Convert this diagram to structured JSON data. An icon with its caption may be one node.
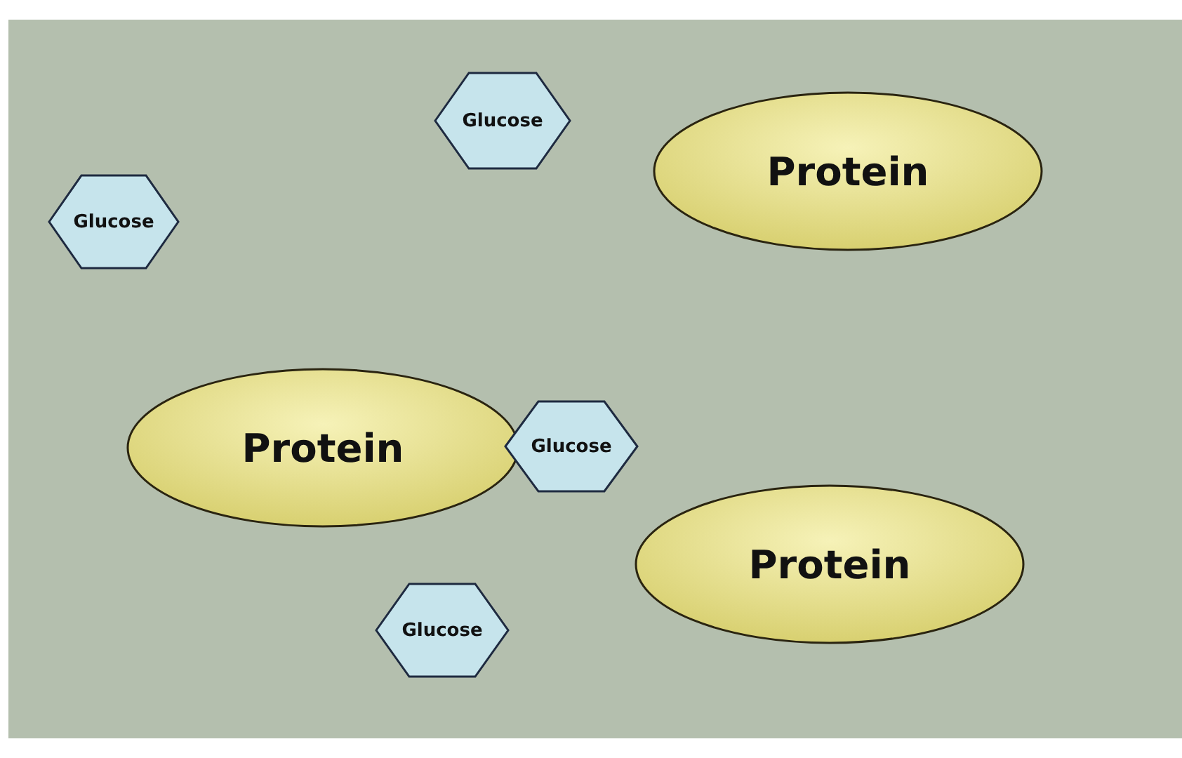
{
  "diagram": {
    "nodes": [
      {
        "text": [
          "Glucose"
        ]
      },
      {
        "text": [
          "Protein"
        ]
      },
      {
        "text": [
          "Glucose"
        ]
      },
      {
        "text": [
          "Protein"
        ]
      },
      {
        "text": [
          "Glucose"
        ]
      },
      {
        "text": [
          "Protein"
        ]
      },
      {
        "text": [
          "Glucose"
        ]
      }
    ]
  }
}
